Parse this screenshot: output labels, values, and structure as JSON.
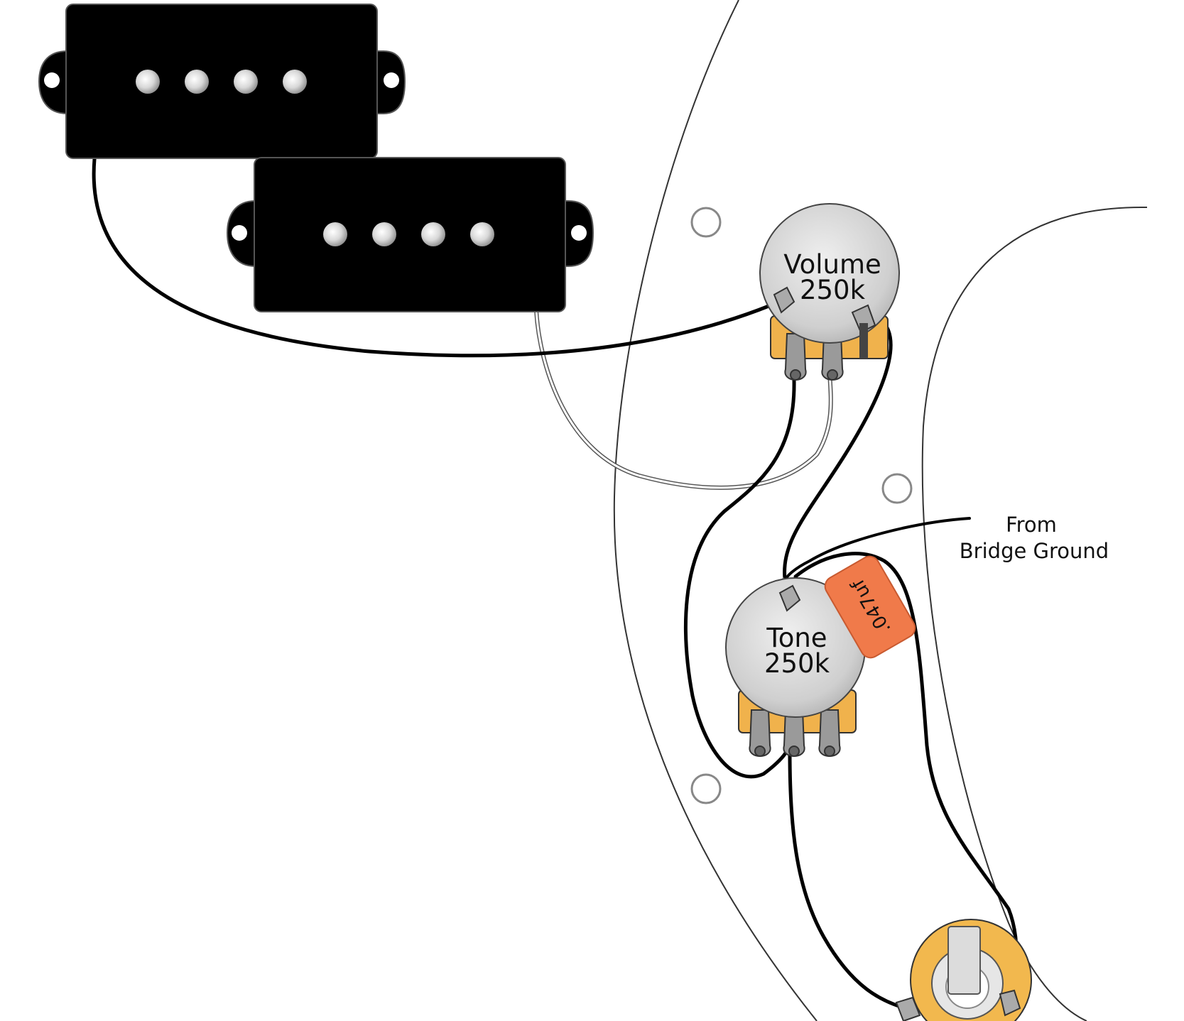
{
  "diagram": {
    "volume_pot": {
      "name": "Volume",
      "value": "250k"
    },
    "tone_pot": {
      "name": "Tone",
      "value": "250k"
    },
    "capacitor": {
      "label": ".047uf"
    },
    "bridge_ground": {
      "line1": "From",
      "line2": "Bridge Ground"
    }
  },
  "colors": {
    "background": "#ffffff",
    "pickup_body": "#000000",
    "pot_body": "#c9c9c9",
    "pot_lug_base": "#f0b24c",
    "capacitor": "#f07a4a",
    "wire_black": "#000000",
    "wire_white": "#ffffff",
    "body_outline": "#333333",
    "jack_body": "#f2b84e"
  },
  "icons": {
    "pickup_a": "p-bass-pickup-half-icon",
    "pickup_b": "p-bass-pickup-half-icon",
    "jack": "output-jack-icon"
  }
}
